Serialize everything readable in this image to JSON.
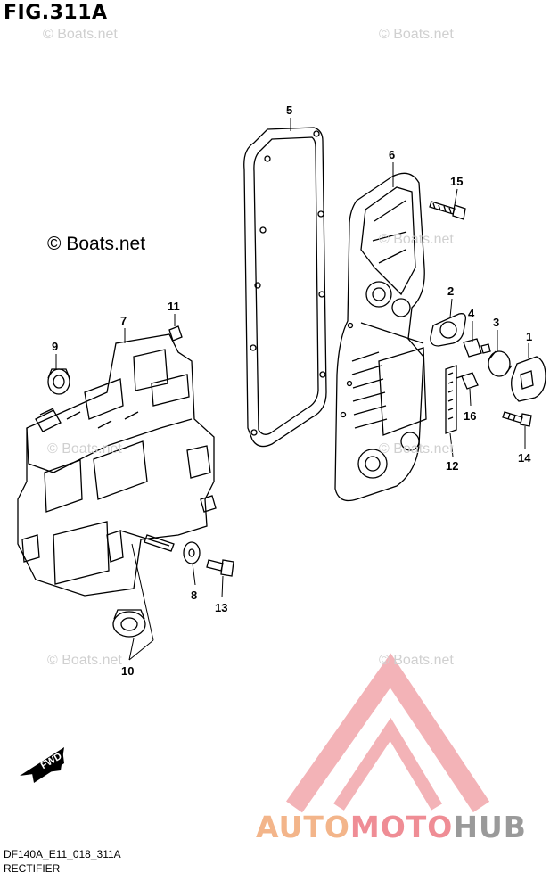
{
  "figure": {
    "title": "FIG.311A",
    "model_code": "DF140A_E11_018_311A",
    "section_name": "RECTIFIER"
  },
  "watermarks": {
    "small": "© Boats.net",
    "large": "© Boats.net"
  },
  "brand_logo": {
    "part1": "AUTO",
    "part2": "MOTO",
    "part3": "HUB",
    "colors": {
      "auto": "#f3b58a",
      "moto": "#ef8d95",
      "hub": "#9a9a9a",
      "triangle": "#ef9aa0"
    }
  },
  "forward_arrow": {
    "label": "FWD"
  },
  "callouts": [
    "1",
    "2",
    "3",
    "4",
    "5",
    "6",
    "7",
    "8",
    "9",
    "10",
    "11",
    "12",
    "13",
    "14",
    "15",
    "16"
  ]
}
